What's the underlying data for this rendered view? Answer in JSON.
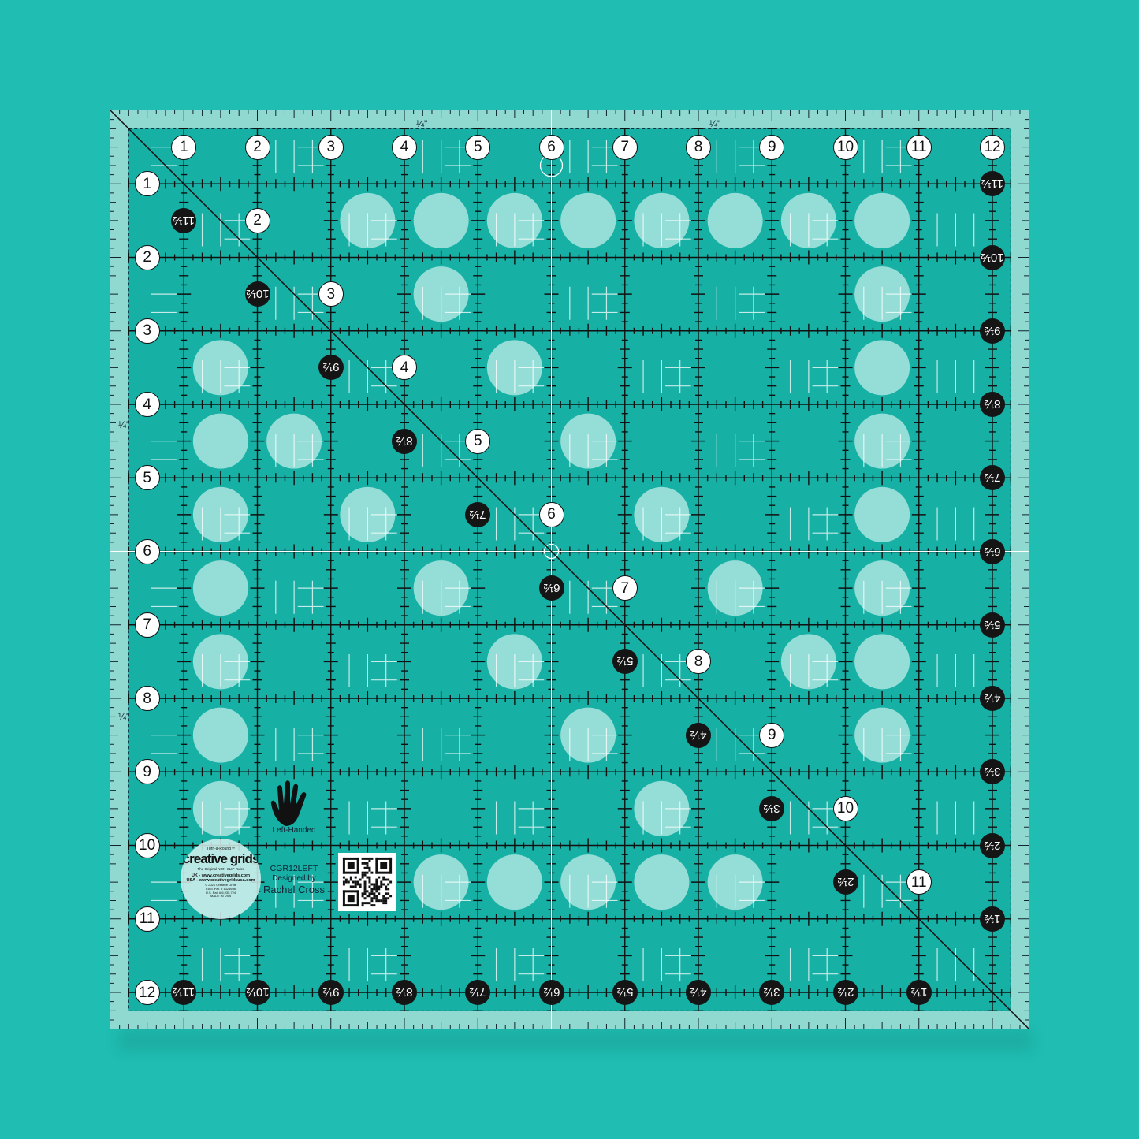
{
  "product": {
    "model": "CGR12LEFT",
    "designed_by_label": "Designed by",
    "designer": "Rachel Cross",
    "handedness": "Left-Handed",
    "quarter_mark": "¼\""
  },
  "logo": {
    "tagline_top": "Turn-a-Round™",
    "brand": "creative grids",
    "tagline": "The Original NON-SLIP Ruler",
    "uk_url": "UK - www.creativegrids.com",
    "usa_url": "USA - www.creativegridsusa.com",
    "copyright": "© 2021 Creative Grids",
    "euro_patent": "Euro. Pat. # 1324698",
    "us_patent": "U.S. Pat. # 6,935,724",
    "origin": "MADE IN USA"
  },
  "top_numbers": [
    "1",
    "2",
    "3",
    "4",
    "5",
    "6",
    "7",
    "8",
    "9",
    "10",
    "11",
    "12"
  ],
  "left_numbers": [
    "1",
    "2",
    "3",
    "4",
    "5",
    "6",
    "7",
    "8",
    "9",
    "10",
    "11",
    "12"
  ],
  "diagonal_numbers": [
    "2",
    "3",
    "4",
    "5",
    "6",
    "7",
    "8",
    "9",
    "10",
    "11"
  ],
  "reverse_numbers": [
    "11½",
    "10½",
    "9½",
    "8½",
    "7½",
    "6½",
    "5½",
    "4½",
    "3½",
    "2½",
    "1½"
  ],
  "colors": {
    "background": "#1fbdb2",
    "ruler": "#17b0a5",
    "frost": "#8fd9d1",
    "circle": "#bfeee8"
  },
  "circles_half_inch_centers": [
    [
      3.5,
      1.5
    ],
    [
      4.5,
      1.5
    ],
    [
      5.5,
      1.5
    ],
    [
      6.5,
      1.5
    ],
    [
      7.5,
      1.5
    ],
    [
      8.5,
      1.5
    ],
    [
      9.5,
      1.5
    ],
    [
      10.5,
      1.5
    ],
    [
      4.5,
      2.5
    ],
    [
      10.5,
      2.5
    ],
    [
      1.5,
      3.5
    ],
    [
      5.5,
      3.5
    ],
    [
      10.5,
      3.5
    ],
    [
      1.5,
      4.5
    ],
    [
      2.5,
      4.5
    ],
    [
      6.5,
      4.5
    ],
    [
      10.5,
      4.5
    ],
    [
      1.5,
      5.5
    ],
    [
      3.5,
      5.5
    ],
    [
      7.5,
      5.5
    ],
    [
      10.5,
      5.5
    ],
    [
      1.5,
      6.5
    ],
    [
      4.5,
      6.5
    ],
    [
      8.5,
      6.5
    ],
    [
      10.5,
      6.5
    ],
    [
      1.5,
      7.5
    ],
    [
      5.5,
      7.5
    ],
    [
      9.5,
      7.5
    ],
    [
      10.5,
      7.5
    ],
    [
      1.5,
      8.5
    ],
    [
      6.5,
      8.5
    ],
    [
      10.5,
      8.5
    ],
    [
      1.5,
      9.5
    ],
    [
      7.5,
      9.5
    ],
    [
      4.5,
      10.5
    ],
    [
      5.5,
      10.5
    ],
    [
      6.5,
      10.5
    ],
    [
      7.5,
      10.5
    ],
    [
      8.5,
      10.5
    ]
  ]
}
